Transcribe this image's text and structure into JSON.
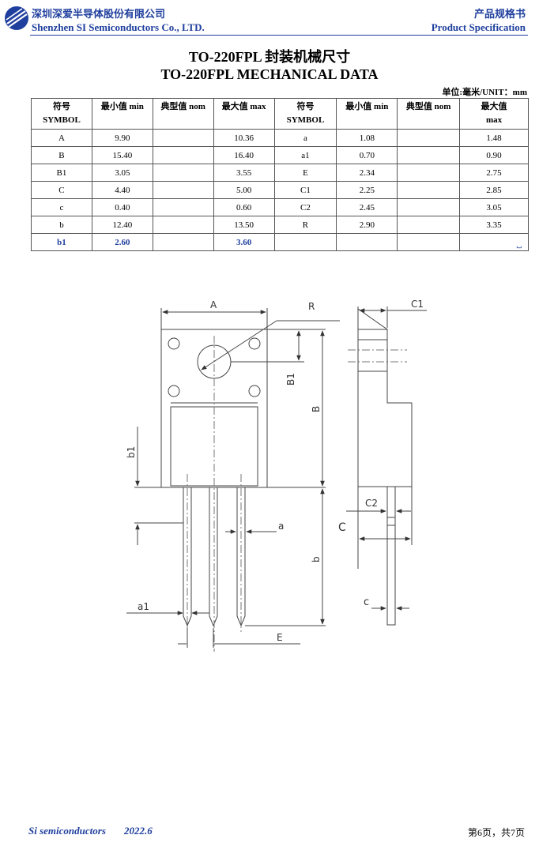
{
  "header": {
    "company_cn": "深圳深爱半导体股份有限公司",
    "company_en": "Shenzhen SI Semiconductors Co., LTD.",
    "spec_cn": "产品规格书",
    "spec_en": "Product Specification"
  },
  "titles": {
    "cn": "TO-220FPL 封装机械尺寸",
    "en": "TO-220FPL MECHANICAL DATA"
  },
  "unit_label": "单位:毫米/UNIT：mm",
  "table": {
    "headers": {
      "symbol_cn": "符号",
      "symbol_en": "SYMBOL",
      "min": "最小值 min",
      "nom": "典型值 nom",
      "max_cn": "最大值 max",
      "max_cn2": "最大值",
      "max_en2": "max"
    },
    "rows": [
      {
        "s1": "A",
        "min1": "9.90",
        "nom1": "",
        "max1": "10.36",
        "s2": "a",
        "min2": "1.08",
        "nom2": "",
        "max2": "1.48"
      },
      {
        "s1": "B",
        "min1": "15.40",
        "nom1": "",
        "max1": "16.40",
        "s2": "a1",
        "min2": "0.70",
        "nom2": "",
        "max2": "0.90"
      },
      {
        "s1": "B1",
        "min1": "3.05",
        "nom1": "",
        "max1": "3.55",
        "s2": "E",
        "min2": "2.34",
        "nom2": "",
        "max2": "2.75"
      },
      {
        "s1": "C",
        "min1": "4.40",
        "nom1": "",
        "max1": "5.00",
        "s2": "C1",
        "min2": "2.25",
        "nom2": "",
        "max2": "2.85"
      },
      {
        "s1": "c",
        "min1": "0.40",
        "nom1": "",
        "max1": "0.60",
        "s2": "C2",
        "min2": "2.45",
        "nom2": "",
        "max2": "3.05"
      },
      {
        "s1": "b",
        "min1": "12.40",
        "nom1": "",
        "max1": "13.50",
        "s2": "R",
        "min2": "2.90",
        "nom2": "",
        "max2": "3.35"
      },
      {
        "s1": "b1",
        "min1": "2.60",
        "nom1": "",
        "max1": "3.60",
        "s2": "",
        "min2": "",
        "nom2": "",
        "max2": "",
        "mark": "⌴"
      }
    ]
  },
  "drawing": {
    "labels": {
      "A": "A",
      "R": "R",
      "C1": "C1",
      "B1": "B1",
      "B": "B",
      "b1": "b1",
      "C2": "C2",
      "C": "C",
      "a": "a",
      "b": "b",
      "a1": "a1",
      "c": "c",
      "E": "E"
    }
  },
  "footer": {
    "brand": "Si semiconductors",
    "date": "2022.6",
    "page": "第6页，共7页"
  },
  "colors": {
    "brand_blue": "#1f3f9e"
  }
}
